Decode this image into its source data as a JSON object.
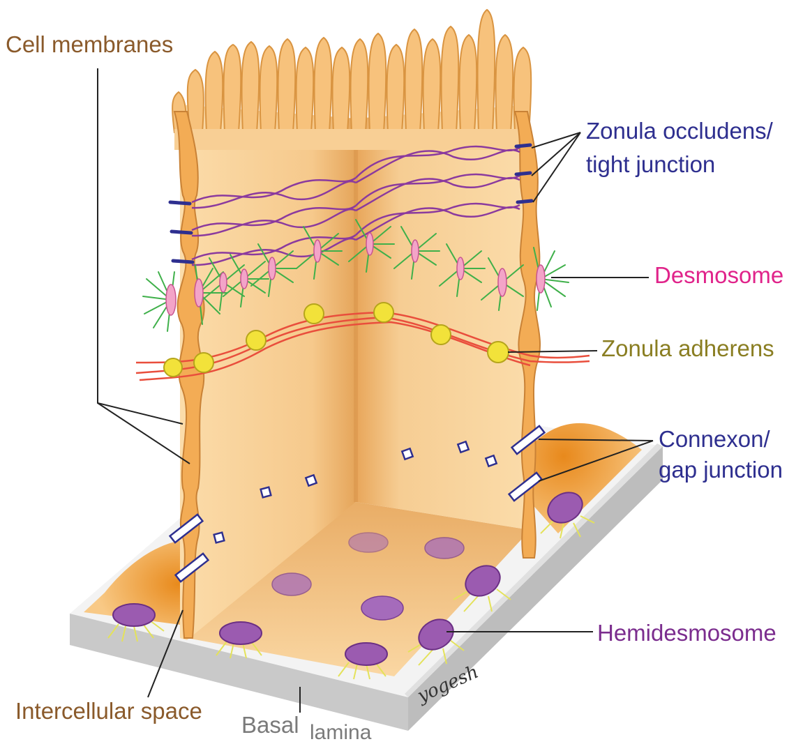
{
  "labels": {
    "cell_membranes": "Cell membranes",
    "zonula_occludens_line1": "Zonula occludens/",
    "zonula_occludens_line2": "tight junction",
    "desmosome": "Desmosome",
    "zonula_adherens": "Zonula adherens",
    "connexon_line1": "Connexon/",
    "connexon_line2": "gap junction",
    "hemidesmosome": "Hemidesmosome",
    "intercellular_space": "Intercellular space",
    "basal_word1": "Basal",
    "basal_word2": "lamina"
  },
  "signature": "yogesh",
  "colors": {
    "cell_fill": "#f9d7a2",
    "cell_shadow": "#e9a85a",
    "membrane": "#f2a94f",
    "membrane_edge": "#c98236",
    "tight_junction_strand": "#8b3a9e",
    "tight_junction_mark": "#2e2f8f",
    "desmosome_fiber": "#3fb04a",
    "desmosome_plaque": "#f3a4c8",
    "adherens_filament": "#e94e3c",
    "adherens_dot": "#f2e23a",
    "connexon": "#2e2f8f",
    "hemidesmosome": "#9b5bb0",
    "hemidesmosome_fiber": "#e4e25a",
    "basal_lamina": "#cfcfcf"
  }
}
